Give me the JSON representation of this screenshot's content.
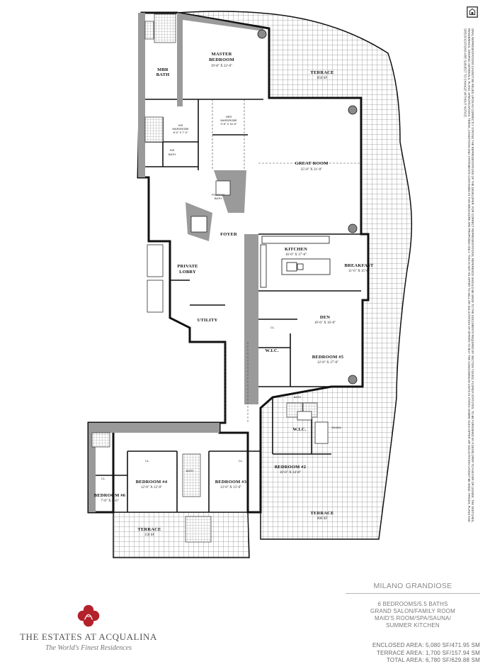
{
  "disclaimer": "ORAL REPRESENTATIONS CANNOT BE RELIED UPON AS CORRECTLY STATING THE REPRESENTATIONS OF THE DEVELOPER. FOR CORRECT REPRESENTATIONS, REFERENCE SHOULD BE MADE TO THE DOCUMENTS REQUIRED BY SECTION 718.503, FLORIDA STATUTES, TO BE FURNISHED BY A DEVELOPER TO A BUYER OR LESSEE. THE SKETCHES, RENDERINGS, GRAPHIC MATERIALS, PLANS, SPECIFICATIONS, TERMS, CONDITIONS AND STATEMENTS CONTAINED IN THIS BROCHURE ARE PROPOSED ONLY. THIS IS NOT AN OFFER TO SELL OR SOLICITATION OF OFFERS TO BUY THE CONDOMINIUM UNITS IN STATES WHERE SUCH OFFER OR SOLICITATION CANNOT BE MADE. PRICES, PLANS AND SPECIFICATIONS ARE SUBJECT TO CHANGE WITHOUT NOTICE.",
  "unit": {
    "name": "MILANO GRANDIOSE",
    "features": [
      "6 BEDROOMS/5.5 BATHS",
      "GRAND SALON/FAMILY ROOM",
      "MAID'S ROOM/SPA/SAUNA/",
      "SUMMER KITCHEN"
    ],
    "areas": [
      "ENCLOSED AREA: 5,080 SF/471.95 SM",
      "TERRACE AREA: 1,700 SF/157.94 SM",
      "TOTAL AREA: 6,780 SF/629.88 SM"
    ]
  },
  "brand": {
    "name": "THE ESTATES AT ACQUALINA",
    "tagline": "The World's Finest Residences",
    "color": "#b3222b"
  },
  "rooms": {
    "master": {
      "label": "MASTER",
      "label2": "BEDROOM",
      "dim": "19'-8\" X 22'-0\""
    },
    "mbath": {
      "label": "MBR",
      "label2": "BATH"
    },
    "hisbath": {
      "label": "HIS",
      "label2": "BATH"
    },
    "herwardrobe": {
      "label": "HER",
      "label2": "WARDROBE",
      "dim": "9'-8\" X 16'-6\""
    },
    "hiswardrobe": {
      "label": "HIS",
      "label2": "WARDROBE",
      "dim": "8'-0\" X 7'-0\""
    },
    "terrace_top": {
      "label": "TERRACE",
      "dim": "850 SF"
    },
    "great": {
      "label": "GREAT ROOM",
      "dim": "25'-0\" X 31'-0\""
    },
    "foyer": {
      "label": "FOYER"
    },
    "lobby": {
      "label": "PRIVATE",
      "label2": "LOBBY"
    },
    "kitchen": {
      "label": "KITCHEN",
      "dim": "16'-0\" X 17'-6\""
    },
    "breakfast": {
      "label": "BREAKFAST",
      "dim": "11'-6\" X 15'-6\""
    },
    "den": {
      "label": "DEN",
      "dim": "10'-6\" X 16'-0\""
    },
    "utility": {
      "label": "UTILITY"
    },
    "wic5": {
      "label": "W.I.C."
    },
    "bed5": {
      "label": "BEDROOM #5",
      "dim": "12'-0\" X 17'-0\""
    },
    "cl_den": {
      "label": "CL."
    },
    "bath_b2": {
      "label": "BATH"
    },
    "wic2": {
      "label": "W.I.C."
    },
    "sauna": {
      "label": "SAUNA"
    },
    "bed2": {
      "label": "BEDROOM #2",
      "dim": "18'-0\" X 14'-0\""
    },
    "terrace_br": {
      "label": "TERRACE",
      "dim": "600 SF"
    },
    "bed4": {
      "label": "BEDROOM #4",
      "dim": "12'-0\" X 12'-0\""
    },
    "bed3": {
      "label": "BEDROOM #3",
      "dim": "13'-0\" X 13'-0\""
    },
    "bed6": {
      "label": "BEDROOM #6",
      "dim": "7'-0\" X 8'-6\""
    },
    "bath_34": {
      "label": "BATH"
    },
    "terrace_bl": {
      "label": "TERRACE",
      "dim": "150 SF"
    },
    "cl4": {
      "label": "CL."
    },
    "cl3": {
      "label": "CL."
    },
    "cl6": {
      "label": "CL."
    },
    "powder": {
      "label": "POWDER",
      "label2": "BATH"
    }
  }
}
